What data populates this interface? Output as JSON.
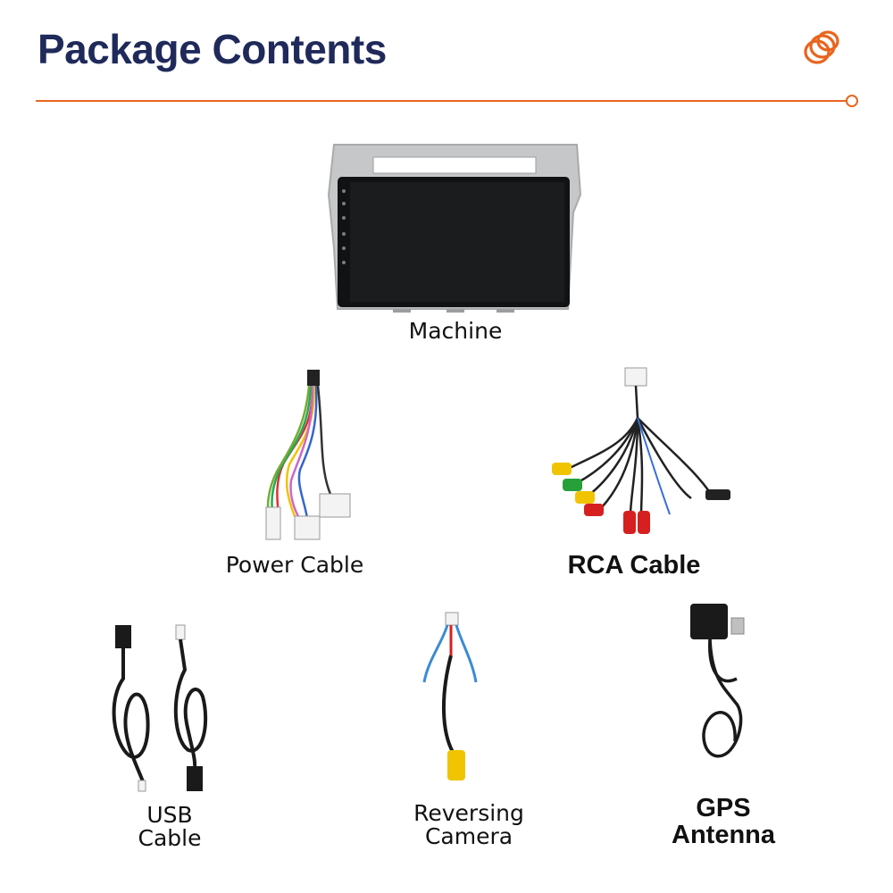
{
  "header": {
    "title": "Package Contents"
  },
  "colors": {
    "title": "#1f2a5a",
    "accent": "#e8651e"
  },
  "items": [
    {
      "label": "Machine"
    },
    {
      "label": "Power Cable"
    },
    {
      "label": "RCA Cable"
    },
    {
      "label": "USB\nCable"
    },
    {
      "label": "Reversing\nCamera"
    },
    {
      "label": "GPS\nAntenna"
    }
  ]
}
